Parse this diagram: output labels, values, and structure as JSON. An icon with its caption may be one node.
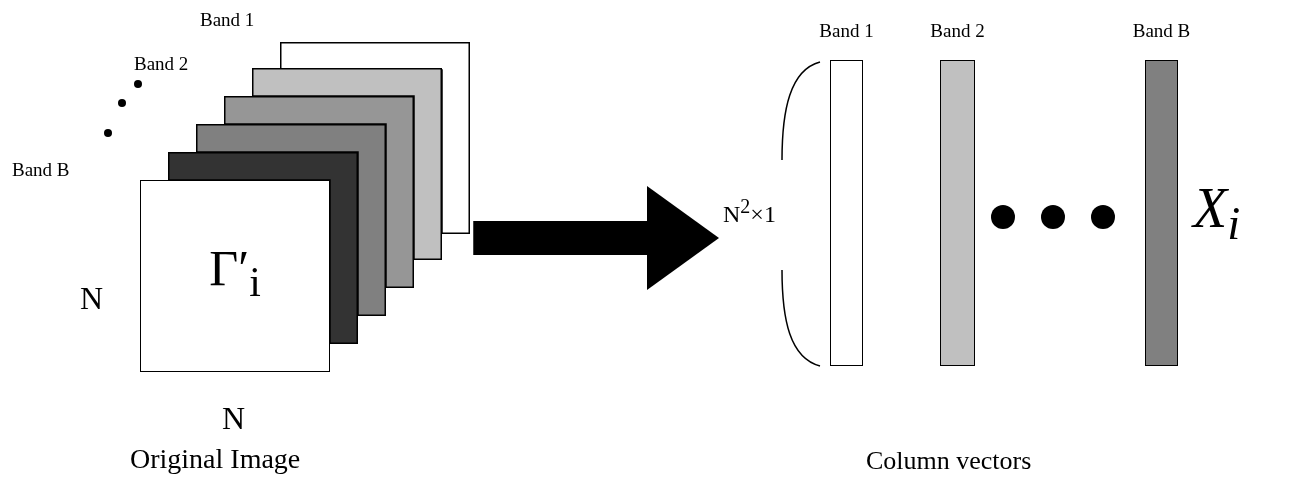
{
  "diagram": {
    "nodes": [
      {
        "text": [
          "Original Image"
        ]
      },
      {
        "text": [
          "Band 1"
        ],
        "in": 0
      },
      {
        "text": [],
        "shape": "box",
        "beside": [
          "Band 2"
        ],
        "in": 0
      },
      {
        "text": [],
        "shape": "box",
        "in": 0
      },
      {
        "text": [],
        "shape": "box",
        "in": 0
      },
      {
        "text": [],
        "shape": "box",
        "in": 0
      },
      {
        "text": [
          "Γ′$_{i}$"
        ],
        "in": 0
      },
      {
        "text": [
          "Column vectors"
        ]
      },
      {
        "text": [
          "Band 1"
        ],
        "beside": [
          "N$^{2}$×1"
        ],
        "in": 7
      },
      {
        "text": [
          "Band 2"
        ],
        "in": 7
      },
      {
        "text": [
          "Band B"
        ],
        "in": 7
      }
    ],
    "edges": [
      {
        "from": 0,
        "to": 8,
        "arrow": "to"
      }
    ],
    "labels": [
      "Band B",
      "X$_{i}$",
      "N",
      "N"
    ]
  }
}
